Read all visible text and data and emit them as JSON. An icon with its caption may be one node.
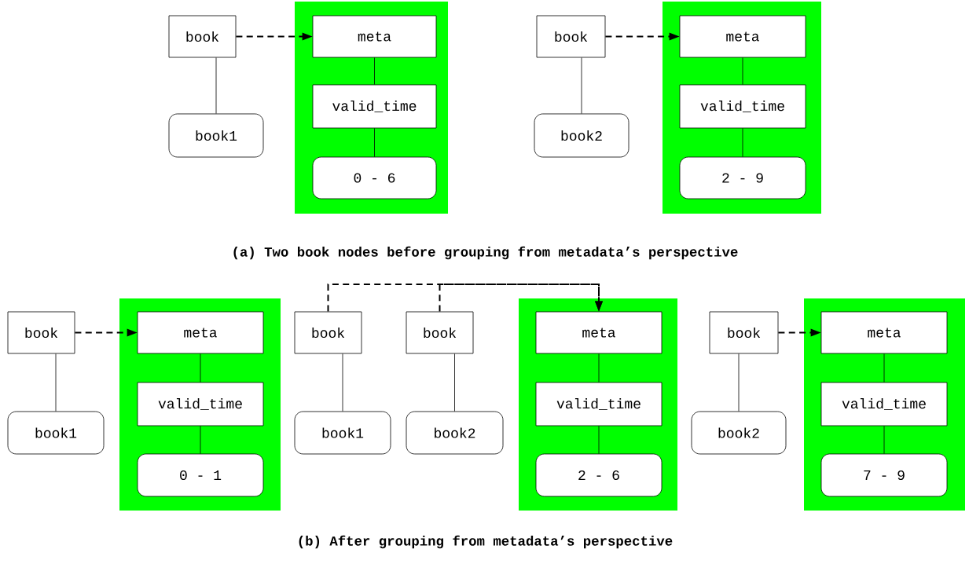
{
  "diagram": {
    "nodes": [
      {
        "text": [
          "book"
        ]
      },
      {
        "text": [
          "book1"
        ]
      },
      {
        "text": [],
        "shape": "box"
      },
      {
        "text": [
          "meta"
        ],
        "in": 2
      },
      {
        "text": [
          "valid_time"
        ],
        "in": 2
      },
      {
        "text": [
          "0 - 6"
        ],
        "in": 2
      },
      {
        "text": [
          "book"
        ]
      },
      {
        "text": [
          "book2"
        ]
      },
      {
        "text": [],
        "shape": "box"
      },
      {
        "text": [
          "meta"
        ],
        "in": 8
      },
      {
        "text": [
          "valid_time"
        ],
        "in": 8
      },
      {
        "text": [
          "2 - 9"
        ],
        "in": 8
      },
      {
        "text": [
          "book"
        ]
      },
      {
        "text": [
          "book1"
        ]
      },
      {
        "text": [],
        "shape": "box"
      },
      {
        "text": [
          "meta"
        ],
        "in": 14
      },
      {
        "text": [
          "valid_time"
        ],
        "in": 14
      },
      {
        "text": [
          "0 - 1"
        ],
        "in": 14
      },
      {
        "text": [
          "book"
        ]
      },
      {
        "text": [
          "book1"
        ]
      },
      {
        "text": [
          "book"
        ]
      },
      {
        "text": [
          "book2"
        ]
      },
      {
        "text": [],
        "shape": "box"
      },
      {
        "text": [
          "meta"
        ],
        "in": 22
      },
      {
        "text": [
          "valid_time"
        ],
        "in": 22
      },
      {
        "text": [
          "2 - 6"
        ],
        "in": 22
      },
      {
        "text": [
          "book"
        ]
      },
      {
        "text": [
          "book2"
        ]
      },
      {
        "text": [],
        "shape": "box"
      },
      {
        "text": [
          "meta"
        ],
        "in": 28
      },
      {
        "text": [
          "valid_time"
        ],
        "in": 28
      },
      {
        "text": [
          "7 - 9"
        ],
        "in": 28
      }
    ],
    "edges": [
      {
        "from": 0,
        "to": 3,
        "arrow": "to",
        "style": "dashed"
      },
      {
        "from": 0,
        "to": 1,
        "arrow": "none"
      },
      {
        "from": 3,
        "to": 4,
        "arrow": "none"
      },
      {
        "from": 4,
        "to": 5,
        "arrow": "none"
      },
      {
        "from": 6,
        "to": 9,
        "arrow": "to",
        "style": "dashed"
      },
      {
        "from": 6,
        "to": 7,
        "arrow": "none"
      },
      {
        "from": 9,
        "to": 10,
        "arrow": "none"
      },
      {
        "from": 10,
        "to": 11,
        "arrow": "none"
      },
      {
        "from": 12,
        "to": 15,
        "arrow": "to",
        "style": "dashed"
      },
      {
        "from": 12,
        "to": 13,
        "arrow": "none"
      },
      {
        "from": 15,
        "to": 16,
        "arrow": "none"
      },
      {
        "from": 16,
        "to": 17,
        "arrow": "none"
      },
      {
        "from": 18,
        "to": 23,
        "arrow": "to",
        "style": "dashed"
      },
      {
        "from": 20,
        "to": 23,
        "arrow": "to",
        "style": "dashed"
      },
      {
        "from": 18,
        "to": 19,
        "arrow": "none"
      },
      {
        "from": 20,
        "to": 21,
        "arrow": "none"
      },
      {
        "from": 23,
        "to": 24,
        "arrow": "none"
      },
      {
        "from": 24,
        "to": 25,
        "arrow": "none"
      },
      {
        "from": 26,
        "to": 29,
        "arrow": "to",
        "style": "dashed"
      },
      {
        "from": 26,
        "to": 27,
        "arrow": "none"
      },
      {
        "from": 29,
        "to": 30,
        "arrow": "none"
      },
      {
        "from": 30,
        "to": 31,
        "arrow": "none"
      }
    ],
    "labels": [
      "(a) Two book nodes before grouping from metadata’s perspective",
      "(b) After grouping from metadata’s perspective"
    ]
  }
}
